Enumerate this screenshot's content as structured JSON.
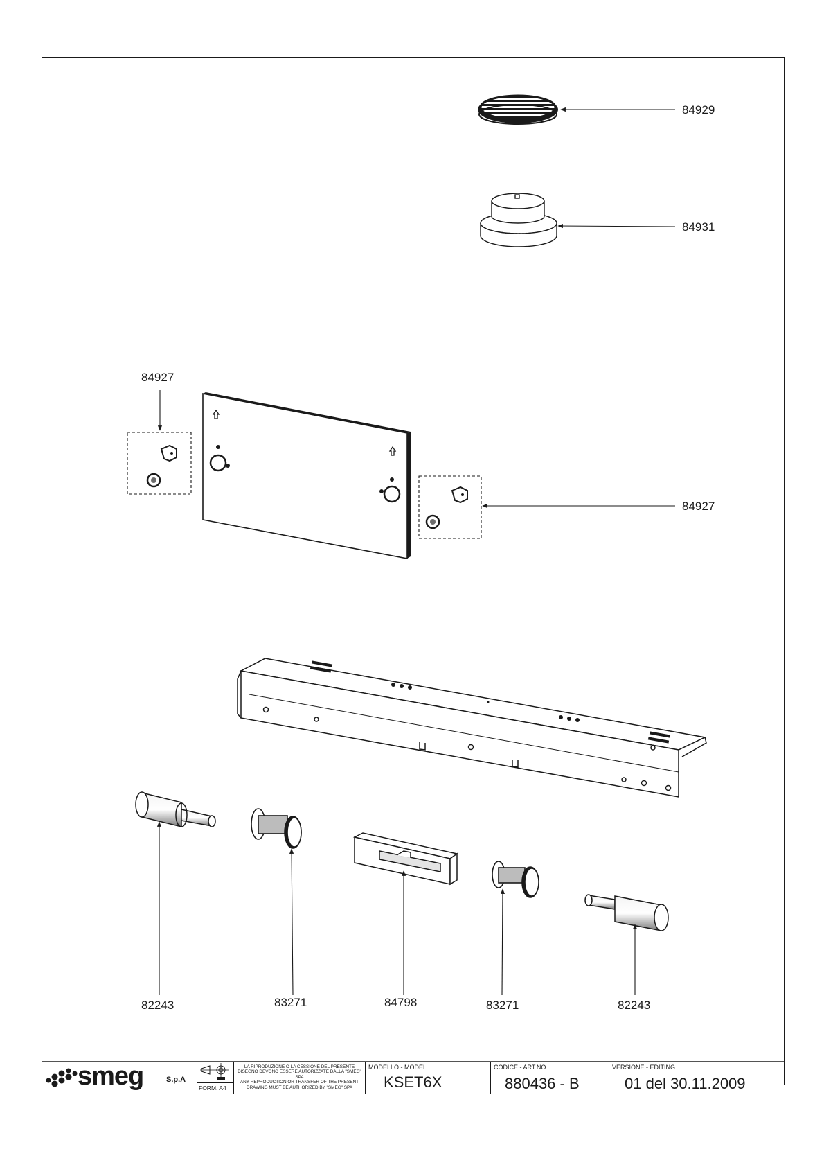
{
  "parts": [
    {
      "code": "84929"
    },
    {
      "code": "84931"
    },
    {
      "code": "84927"
    },
    {
      "code": "84927"
    },
    {
      "code": "82243"
    },
    {
      "code": "83271"
    },
    {
      "code": "84798"
    },
    {
      "code": "83271"
    },
    {
      "code": "82243"
    }
  ],
  "title_block": {
    "logo_text": "smeg",
    "logo_suffix": "S.p.A",
    "format_label": "FORM. A4",
    "legal_it": "LA RIPRODUZIONE O LA CESSIONE DEL PRESENTE DISEGNO DEVONO ESSERE AUTORIZZATE DALLA \"SMEG\" SPA",
    "legal_en": "ANY REPRODUCTION OR TRANSFER OF THE PRESENT DRAWING MUST BE AUTHORIZED BY \"SMEG\" SPA",
    "model_label": "MODELLO - MODEL",
    "model_value": "KSET6X",
    "code_label": "CODICE - ART.NO.",
    "code_value": "880436 - B",
    "version_label": "VERSIONE - EDITING",
    "version_value": "01 del 30.11.2009"
  },
  "colors": {
    "line": "#1a1a1a",
    "shade": "#6d6d6d",
    "light": "#c9c9c9"
  },
  "icons": [
    "circular-grille-icon",
    "duct-adapter-icon",
    "mounting-plate-icon",
    "bracket-clip-icon",
    "rail-bar-icon",
    "spacer-icon",
    "knob-icon",
    "clip-box-icon",
    "projection-symbol-icon",
    "smeg-logo-dots-icon"
  ]
}
